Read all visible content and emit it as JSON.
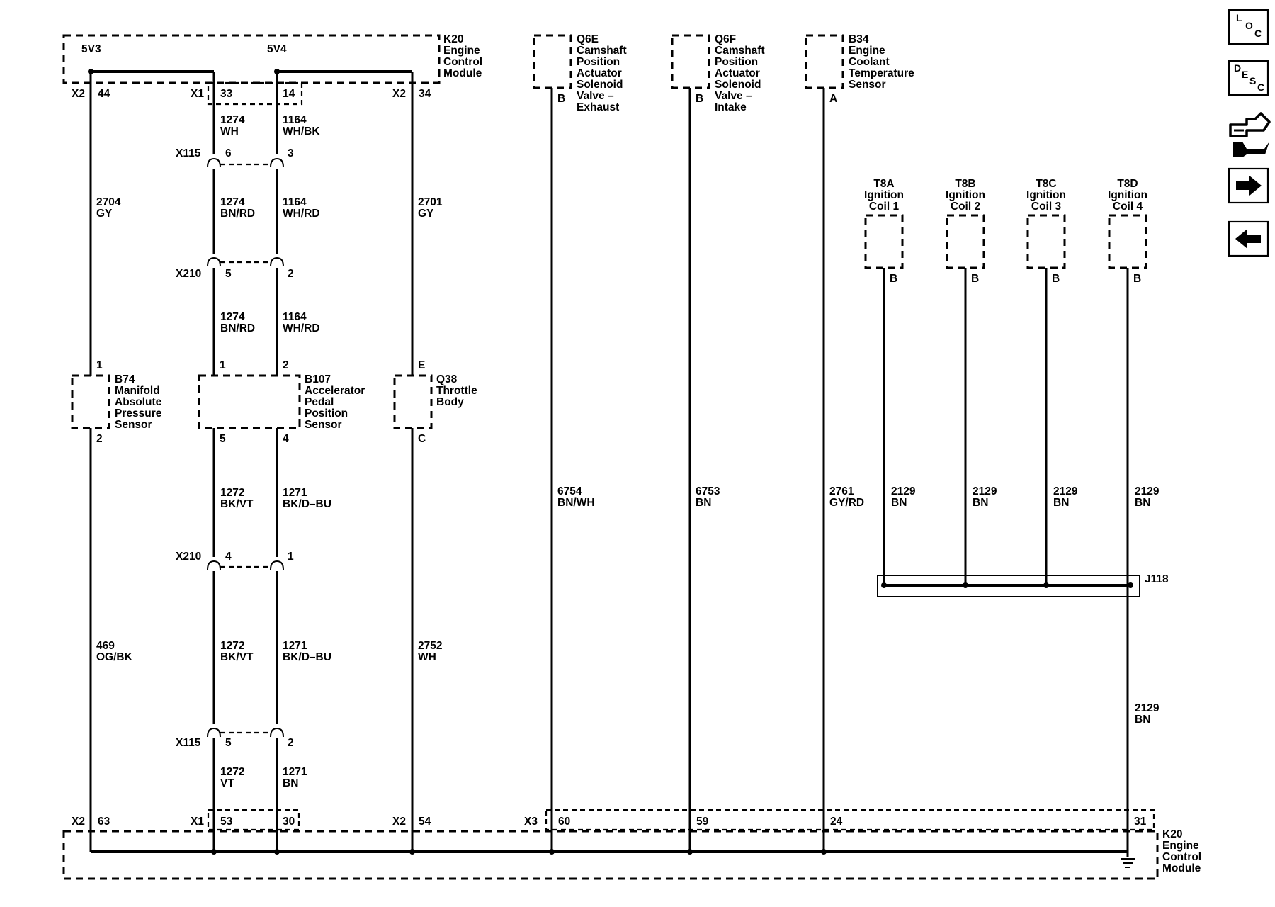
{
  "modules": {
    "k20_top": {
      "code": "K20",
      "lines": [
        "Engine",
        "Control",
        "Module"
      ]
    },
    "k20_bottom": {
      "code": "K20",
      "lines": [
        "Engine",
        "Control",
        "Module"
      ]
    },
    "q6e": {
      "code": "Q6E",
      "lines": [
        "Camshaft",
        "Position",
        "Actuator",
        "Solenoid",
        "Valve –",
        "Exhaust"
      ],
      "pin": "B"
    },
    "q6f": {
      "code": "Q6F",
      "lines": [
        "Camshaft",
        "Position",
        "Actuator",
        "Solenoid",
        "Valve –",
        "Intake"
      ],
      "pin": "B"
    },
    "b34": {
      "code": "B34",
      "lines": [
        "Engine",
        "Coolant",
        "Temperature",
        "Sensor"
      ],
      "pin": "A"
    },
    "b74": {
      "code": "B74",
      "lines": [
        "Manifold",
        "Absolute",
        "Pressure",
        "Sensor"
      ],
      "pin_top": "1",
      "pin_bottom": "2"
    },
    "b107": {
      "code": "B107",
      "lines": [
        "Accelerator",
        "Pedal",
        "Position",
        "Sensor"
      ],
      "pin_top_left": "1",
      "pin_top_right": "2",
      "pin_bottom_left": "5",
      "pin_bottom_right": "4"
    },
    "q38": {
      "code": "Q38",
      "lines": [
        "Throttle",
        "Body"
      ],
      "pin_top": "E",
      "pin_bottom": "C"
    }
  },
  "coils": [
    {
      "code": "T8A",
      "lines": [
        "Ignition",
        "Coil 1"
      ],
      "pin": "B"
    },
    {
      "code": "T8B",
      "lines": [
        "Ignition",
        "Coil 2"
      ],
      "pin": "B"
    },
    {
      "code": "T8C",
      "lines": [
        "Ignition",
        "Coil 3"
      ],
      "pin": "B"
    },
    {
      "code": "T8D",
      "lines": [
        "Ignition",
        "Coil 4"
      ],
      "pin": "B"
    }
  ],
  "supplies": {
    "v3": "5V3",
    "v4": "5V4"
  },
  "top_connectors": {
    "x2_left": "X2",
    "p44": "44",
    "x1": "X1",
    "p33": "33",
    "p14": "14",
    "x2_right": "X2",
    "p34": "34"
  },
  "bottom_connectors": {
    "x2_left": "X2",
    "p63": "63",
    "x1": "X1",
    "p53": "53",
    "p30": "30",
    "x2_right": "X2",
    "p54": "54",
    "x3": "X3",
    "p60": "60",
    "p59": "59",
    "p24": "24",
    "p31": "31"
  },
  "inline": {
    "x115_top": {
      "label": "X115",
      "left": "6",
      "right": "3"
    },
    "x210_top": {
      "label": "X210",
      "left": "5",
      "right": "2"
    },
    "x210_bottom": {
      "label": "X210",
      "left": "4",
      "right": "1"
    },
    "x115_bottom": {
      "label": "X115",
      "left": "5",
      "right": "2"
    }
  },
  "splice": "J118",
  "wires": {
    "w2704": {
      "circuit": "2704",
      "color": "GY"
    },
    "w1274_a": {
      "circuit": "1274",
      "color": "WH"
    },
    "w1164_a": {
      "circuit": "1164",
      "color": "WH/BK"
    },
    "w1274_b": {
      "circuit": "1274",
      "color": "BN/RD"
    },
    "w1164_b": {
      "circuit": "1164",
      "color": "WH/RD"
    },
    "w1274_c": {
      "circuit": "1274",
      "color": "BN/RD"
    },
    "w1164_c": {
      "circuit": "1164",
      "color": "WH/RD"
    },
    "w2701": {
      "circuit": "2701",
      "color": "GY"
    },
    "w1272_a": {
      "circuit": "1272",
      "color": "BK/VT"
    },
    "w1271_a": {
      "circuit": "1271",
      "color": "BK/D–BU"
    },
    "w1272_b": {
      "circuit": "1272",
      "color": "BK/VT"
    },
    "w1271_b": {
      "circuit": "1271",
      "color": "BK/D–BU"
    },
    "w1272_c": {
      "circuit": "1272",
      "color": "VT"
    },
    "w1271_c": {
      "circuit": "1271",
      "color": "BN"
    },
    "w469": {
      "circuit": "469",
      "color": "OG/BK"
    },
    "w2752": {
      "circuit": "2752",
      "color": "WH"
    },
    "w6754": {
      "circuit": "6754",
      "color": "BN/WH"
    },
    "w6753": {
      "circuit": "6753",
      "color": "BN"
    },
    "w2761": {
      "circuit": "2761",
      "color": "GY/RD"
    },
    "w2129_1": {
      "circuit": "2129",
      "color": "BN"
    },
    "w2129_2": {
      "circuit": "2129",
      "color": "BN"
    },
    "w2129_3": {
      "circuit": "2129",
      "color": "BN"
    },
    "w2129_4": {
      "circuit": "2129",
      "color": "BN"
    },
    "w2129_g": {
      "circuit": "2129",
      "color": "BN"
    }
  },
  "nav": {
    "loc": {
      "a": "L",
      "b": "O",
      "c": "C"
    },
    "desc": {
      "a": "D",
      "b": "E",
      "c": "S",
      "d": "C"
    },
    "connector_icon": "connector-tool-icon",
    "next_icon": "arrow-right-icon",
    "prev_icon": "arrow-left-icon"
  }
}
